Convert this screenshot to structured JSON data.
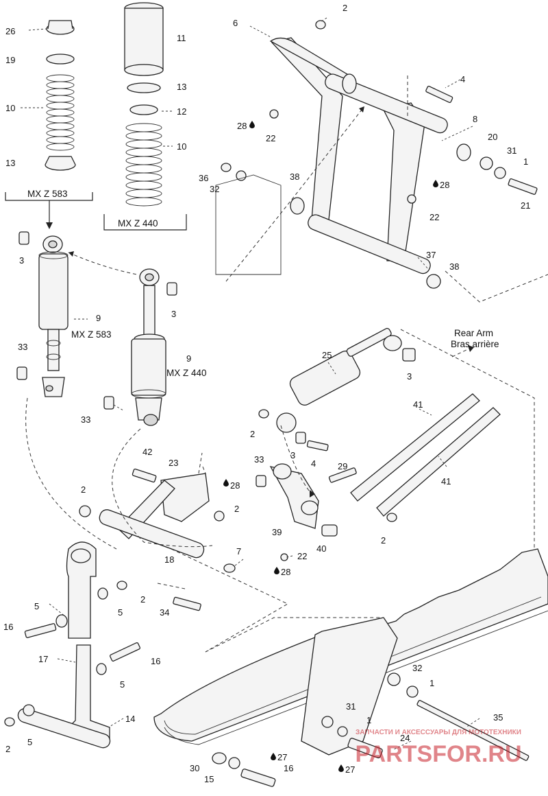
{
  "labels": {
    "l26": "26",
    "l19": "19",
    "l10a": "10",
    "l13a": "13",
    "l11": "11",
    "l13b": "13",
    "l12": "12",
    "l10b": "10",
    "l2a": "2",
    "l6": "6",
    "l4a": "4",
    "l8": "8",
    "l20": "20",
    "l31a": "31",
    "l1a": "1",
    "l21": "21",
    "l28a": "28",
    "l22a": "22",
    "l36": "36",
    "l32a": "32",
    "l38a": "38",
    "l28b": "28",
    "l22b": "22",
    "l37": "37",
    "l38b": "38",
    "l3a": "3",
    "l9a": "9",
    "l3b": "3",
    "l9b": "9",
    "l33a": "33",
    "l33b": "33",
    "l25": "25",
    "l3c": "3",
    "l41a": "41",
    "l2b": "2",
    "l3d": "3",
    "l4b": "4",
    "l29": "29",
    "l41b": "41",
    "l42": "42",
    "l23": "23",
    "l2c": "2",
    "l28c": "28",
    "l2d": "2",
    "l33c": "33",
    "l39": "39",
    "l40": "40",
    "l22c": "22",
    "l28d": "28",
    "l2e": "2",
    "l18": "18",
    "l7": "7",
    "l5a": "5",
    "l5b": "5",
    "l2f": "2",
    "l34": "34",
    "l16a": "16",
    "l17": "17",
    "l16b": "16",
    "l5c": "5",
    "l5d": "5",
    "l14": "14",
    "l2g": "2",
    "l32b": "32",
    "l1b": "1",
    "l31b": "31",
    "l1c": "1",
    "l35": "35",
    "l24": "24",
    "l27a": "27",
    "l27b": "27",
    "l30": "30",
    "l15": "15",
    "l16c": "16"
  },
  "captions": {
    "mxz583_top": "MX Z 583",
    "mxz440_top": "MX Z 440",
    "shock9_583": "MX Z 583",
    "shock9_440": "MX Z 440",
    "rear_arm_en": "Rear Arm",
    "rear_arm_fr": "Bras arrière"
  },
  "watermark": {
    "tagline": "ЗАПЧАСТИ И АКСЕССУАРЫ ДЛЯ МОТОТЕХНИКИ",
    "brand": "PARTSFOR.RU"
  },
  "colors": {
    "ink": "#222222",
    "paper": "#ffffff",
    "watermark": "#c8202a"
  },
  "icons": {
    "lubricant": "oil-drop-icon"
  }
}
